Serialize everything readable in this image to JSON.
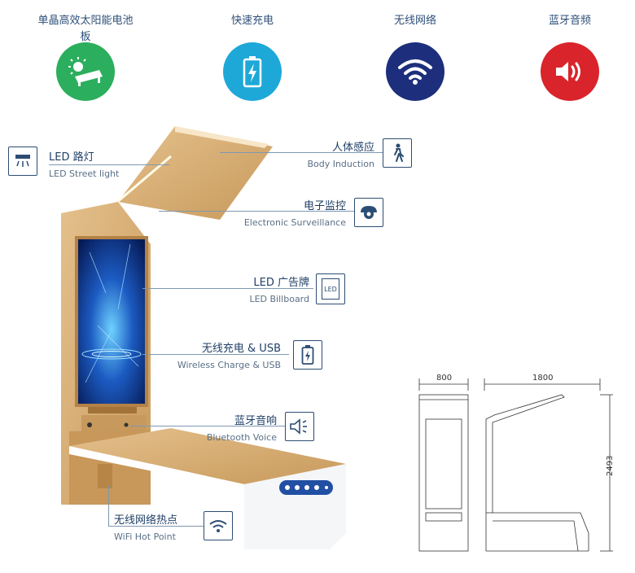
{
  "features": [
    {
      "label": "单晶高效太阳能电池板",
      "color": "#2bae5d",
      "icon": "solar-panel-icon"
    },
    {
      "label": "快速充电",
      "color": "#1ea8d8",
      "icon": "battery-charging-icon"
    },
    {
      "label": "无线网络",
      "color": "#1d2f7c",
      "icon": "wifi-icon"
    },
    {
      "label": "蓝牙音频",
      "color": "#d9242b",
      "icon": "speaker-icon"
    }
  ],
  "callouts": {
    "led_street_light": {
      "cn": "LED 路灯",
      "en": "LED Street light",
      "icon": "street-light-icon"
    },
    "body_induction": {
      "cn": "人体感应",
      "en": "Body Induction",
      "icon": "walking-person-icon"
    },
    "surveillance": {
      "cn": "电子监控",
      "en": "Electronic Surveillance",
      "icon": "camera-icon"
    },
    "billboard": {
      "cn": "LED 广告牌",
      "en": "LED Billboard",
      "icon": "led-screen-icon",
      "icon_text": "LED"
    },
    "wireless_charge": {
      "cn": "无线充电 & USB",
      "en": "Wireless Charge & USB",
      "icon": "battery-icon"
    },
    "bluetooth": {
      "cn": "蓝牙音响",
      "en": "Bluetooth Voice",
      "icon": "speaker-icon"
    },
    "wifi": {
      "cn": "无线网络热点",
      "en": "WiFi Hot Point",
      "icon": "wifi-icon"
    }
  },
  "dimensions": {
    "width_front": "800",
    "width_side": "1800",
    "height": "2493"
  }
}
